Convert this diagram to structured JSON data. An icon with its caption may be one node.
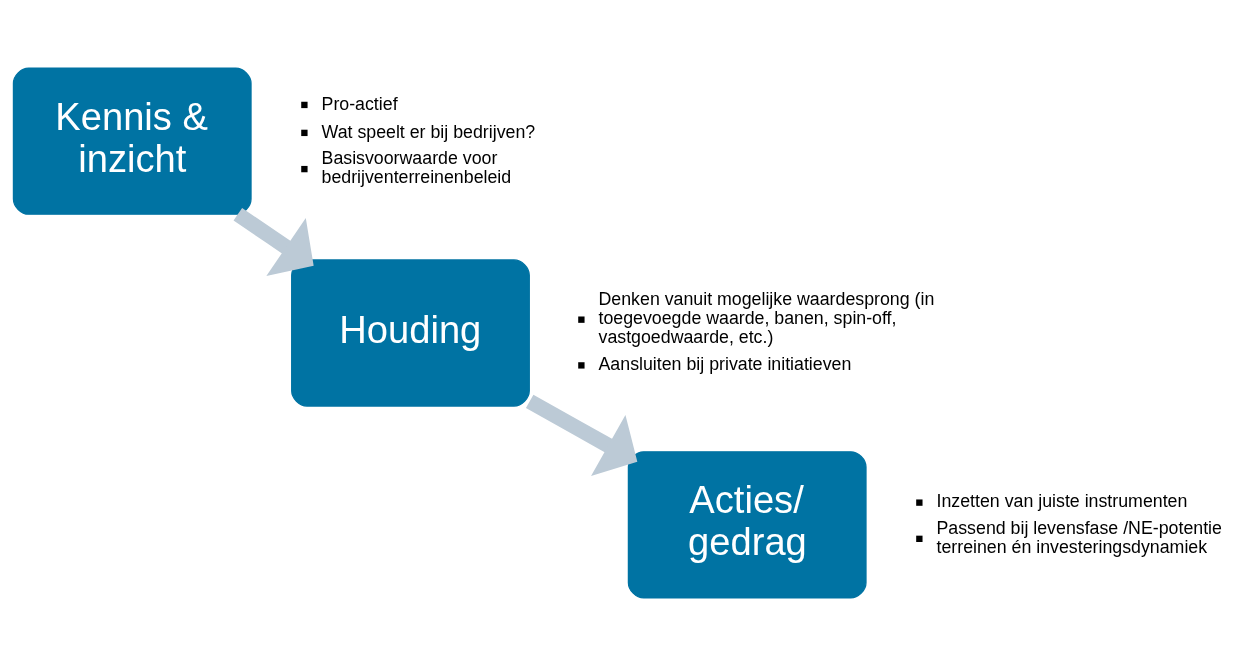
{
  "diagram": {
    "nodes": [
      {
        "text": [
          "Kennis & inzicht"
        ],
        "beside": [
          "Pro-actief",
          "Wat speelt er bij bedrijven?",
          "Basisvoorwaarde voor bedrijventerreinenbeleid"
        ]
      },
      {
        "text": [
          "Houding"
        ],
        "beside": [
          "Denken vanuit mogelijke waardesprong (in toegevoegde waarde, banen, spin-off, vastgoedwaarde, etc.)",
          "Aansluiten bij private initiatieven"
        ]
      },
      {
        "text": [
          "Acties/ gedrag"
        ],
        "beside": [
          "Inzetten van juiste instrumenten",
          "Passend bij levensfase /NE-potentie terreinen én investeringsdynamiek"
        ]
      }
    ],
    "edges": [
      {
        "from": 0,
        "to": 1,
        "arrow": "to",
        "color": "#bccad6"
      },
      {
        "from": 1,
        "to": 2,
        "arrow": "to",
        "color": "#bccad6"
      }
    ]
  }
}
